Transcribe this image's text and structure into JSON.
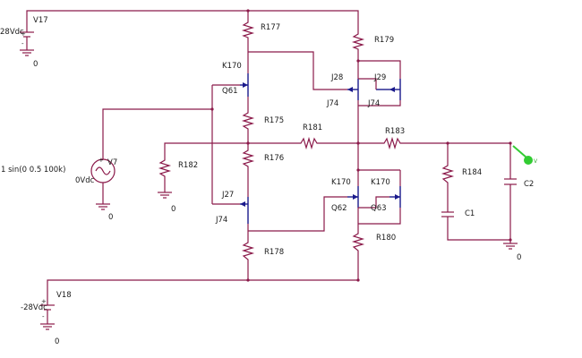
{
  "schematic": {
    "sources": {
      "v17": {
        "name": "V17",
        "value": "28Vdc"
      },
      "v18": {
        "name": "V18",
        "value": "-28Vdc"
      },
      "v7": {
        "name": "V7",
        "spec": "1 sin(0 0.5 100k)",
        "dc": "0Vdc"
      }
    },
    "resistors": {
      "r177": "R177",
      "r179": "R179",
      "r175": "R175",
      "r176": "R176",
      "r178": "R178",
      "r180": "R180",
      "r181": "R181",
      "r182": "R182",
      "r183": "R183",
      "r184": "R184"
    },
    "capacitors": {
      "c1": "C1",
      "c2": "C2"
    },
    "transistors": {
      "q61": {
        "model": "K170",
        "ref": "Q61"
      },
      "q62": {
        "model": "K170",
        "ref": "Q62"
      },
      "q63": {
        "model": "K170",
        "ref": "Q63"
      },
      "j27": {
        "ref": "J27",
        "model": "J74"
      },
      "j28": {
        "ref": "J28",
        "model": "J74"
      },
      "j29": {
        "ref": "J29",
        "model": "J74"
      }
    },
    "ground_label": "0",
    "probe_label": "V"
  }
}
